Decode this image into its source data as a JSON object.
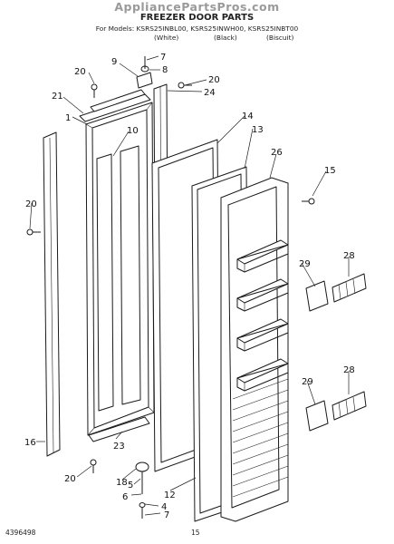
{
  "header": {
    "watermark": "AppliancePartsPros.com",
    "title": "FREEZER DOOR PARTS",
    "models": "For Models: KSRS25INBL00, KSRS25INWH00, KSRS25INBT00",
    "color_white": "(White)",
    "color_black": "(Black)",
    "color_biscuit": "(Biscuit)"
  },
  "footer": {
    "doc_number": "4396498",
    "page_number": "15"
  },
  "callouts": {
    "c7a": "7",
    "c8": "8",
    "c9": "9",
    "c20a": "20",
    "c20b": "20",
    "c24": "24",
    "c21": "21",
    "c1": "1",
    "c10": "10",
    "c14": "14",
    "c13": "13",
    "c26": "26",
    "c15": "15",
    "c20c": "20",
    "c29a": "29",
    "c28a": "28",
    "c29b": "29",
    "c28b": "28",
    "c16": "16",
    "c23": "23",
    "c20d": "20",
    "c18": "18",
    "c5": "5",
    "c4": "4",
    "c6": "6",
    "c12": "12",
    "c7b": "7"
  }
}
